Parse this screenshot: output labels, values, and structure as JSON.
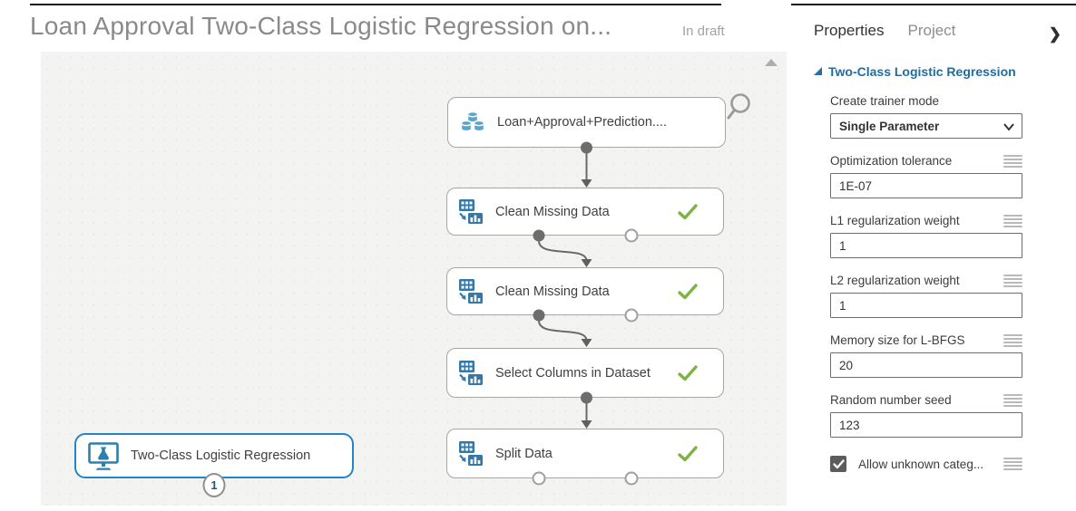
{
  "header": {
    "title": "Loan Approval Two-Class Logistic Regression on...",
    "status": "In draft"
  },
  "canvas": {
    "nodes": [
      {
        "id": "dataset",
        "label": "Loan+Approval+Prediction....",
        "icon": "dataset-cylinders-icon"
      },
      {
        "id": "clean-missing-data-1",
        "label": "Clean Missing Data",
        "icon": "data-transform-icon",
        "status": "completed"
      },
      {
        "id": "clean-missing-data-2",
        "label": "Clean Missing Data",
        "icon": "data-transform-icon",
        "status": "completed"
      },
      {
        "id": "select-columns",
        "label": "Select Columns in Dataset",
        "icon": "data-transform-icon",
        "status": "completed"
      },
      {
        "id": "split-data",
        "label": "Split Data",
        "icon": "data-transform-icon",
        "status": "completed"
      },
      {
        "id": "two-class-logistic-regression",
        "label": "Two-Class Logistic Regression",
        "icon": "ml-model-icon",
        "selected": true,
        "output_badge": "1"
      }
    ]
  },
  "panel": {
    "tabs": [
      {
        "label": "Properties",
        "active": true
      },
      {
        "label": "Project",
        "active": false
      }
    ],
    "collapse_icon": "chevron-right",
    "section_title": "Two-Class Logistic Regression",
    "fields": [
      {
        "label": "Create trainer mode",
        "type": "dropdown",
        "value": "Single Parameter"
      },
      {
        "label": "Optimization tolerance",
        "type": "text",
        "value": "1E-07"
      },
      {
        "label": "L1 regularization weight",
        "type": "text",
        "value": "1"
      },
      {
        "label": "L2 regularization weight",
        "type": "text",
        "value": "1"
      },
      {
        "label": "Memory size for L-BFGS",
        "type": "text",
        "value": "20"
      },
      {
        "label": "Random number seed",
        "type": "text",
        "value": "123"
      }
    ],
    "checkbox": {
      "label": "Allow unknown categ...",
      "checked": true
    }
  },
  "colors": {
    "accent_blue": "#2385c7",
    "module_icon_blue": "#3478aa",
    "dataset_icon_blue": "#58a5ce",
    "success_green": "#7db343",
    "section_header_blue": "#1c6ea4",
    "canvas_background": "#f3f3f2"
  }
}
